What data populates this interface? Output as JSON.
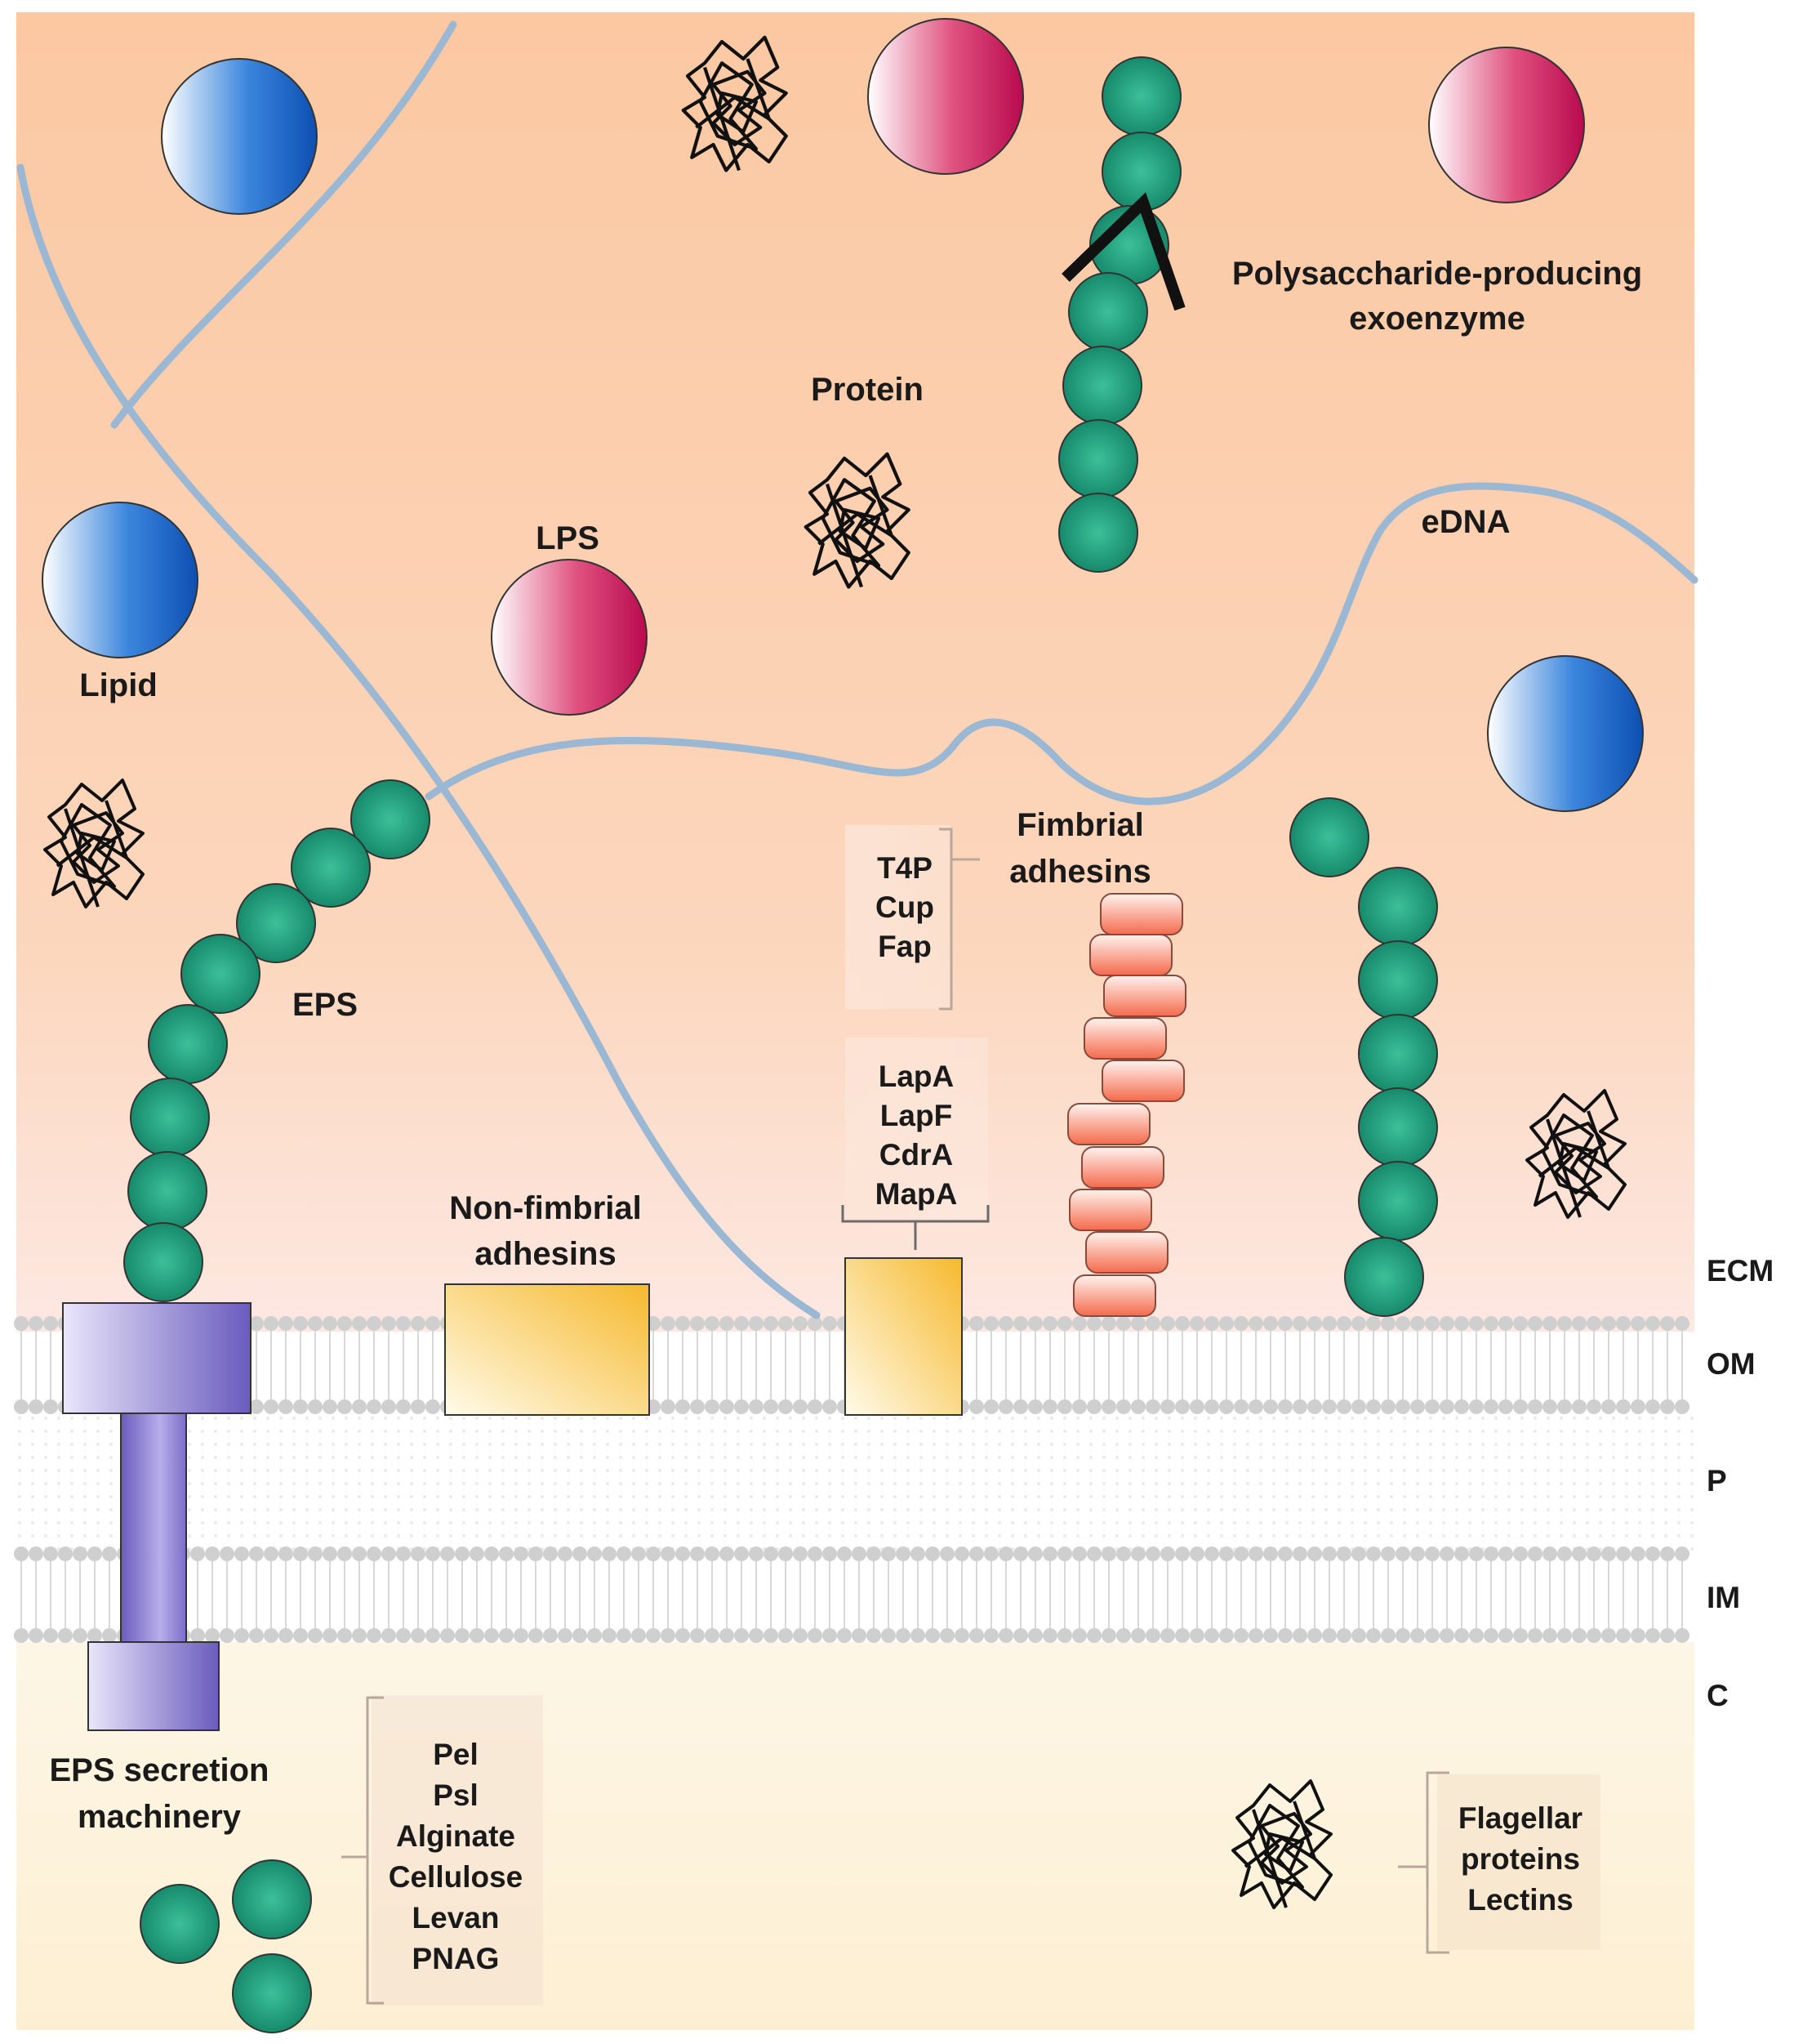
{
  "colors": {
    "ecm_top": "#fbc59f",
    "ecm_bottom": "#fde6df",
    "periplasm": "#ffffff",
    "cytoplasm": "#fdf3da",
    "lipid_blue": "#1f63c9",
    "lps_pink": "#c8145a",
    "eps_green": "#1a9a77",
    "edna_line": "#9ab7d3",
    "adhesin_yellow": "#f8c33e",
    "fimbrial_salmon": "#f47356",
    "secretion_purple": "#7466c4"
  },
  "labels": {
    "protein": "Protein",
    "lps": "LPS",
    "lipid": "Lipid",
    "edna": "eDNA",
    "exoenzyme_line1": "Polysaccharide-producing",
    "exoenzyme_line2": "exoenzyme",
    "eps": "EPS",
    "fimbrial_line1": "Fimbrial",
    "fimbrial_line2": "adhesins",
    "nonfimbrial_line1": "Non-fimbrial",
    "nonfimbrial_line2": "adhesins",
    "secretion_line1": "EPS secretion",
    "secretion_line2": "machinery"
  },
  "fimbrial_list": [
    "T4P",
    "Cup",
    "Fap"
  ],
  "nonfimbrial_list": [
    "LapA",
    "LapF",
    "CdrA",
    "MapA"
  ],
  "eps_types": [
    "Pel",
    "Psl",
    "Alginate",
    "Cellulose",
    "Levan",
    "PNAG"
  ],
  "cytoplasm_proteins": [
    "Flagellar",
    "proteins",
    "Lectins"
  ],
  "layers": {
    "ecm": "ECM",
    "om": "OM",
    "p": "P",
    "im": "IM",
    "c": "C"
  },
  "icons": {
    "lipid": "blue-sphere",
    "lps": "pink-sphere",
    "protein": "tangled-coil",
    "eps": "green-bead-chain",
    "edna": "wavy-strand"
  }
}
